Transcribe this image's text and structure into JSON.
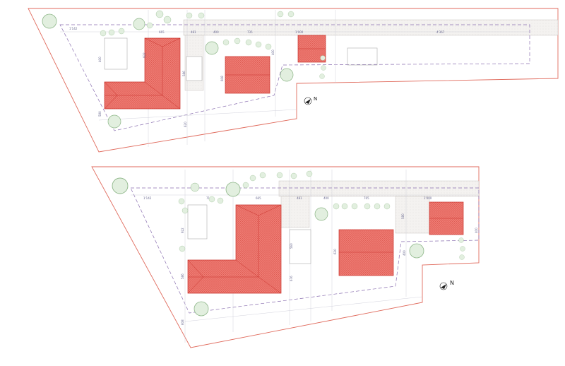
{
  "plans": [
    {
      "id": "plan-top",
      "dimensions": [
        "1'142",
        "665",
        "481",
        "400",
        "735",
        "1'000",
        "4'367",
        "922",
        "586",
        "608",
        "400",
        "620",
        "580",
        "400"
      ],
      "north_label": "N"
    },
    {
      "id": "plan-bottom",
      "dimensions": [
        "1'142",
        "712",
        "665",
        "481",
        "400",
        "765",
        "1'000",
        "922",
        "586",
        "608",
        "560",
        "676",
        "620",
        "580",
        "400",
        "400"
      ],
      "north_label": "N"
    }
  ],
  "colors": {
    "roof": "#ee7b73",
    "roof_line": "#c9322c",
    "boundary": "#e06a5c",
    "dash": "#8a6fb0",
    "tree": "#dfeedd",
    "tree_stroke": "#8fb98a",
    "path": "#f3f1ef"
  }
}
